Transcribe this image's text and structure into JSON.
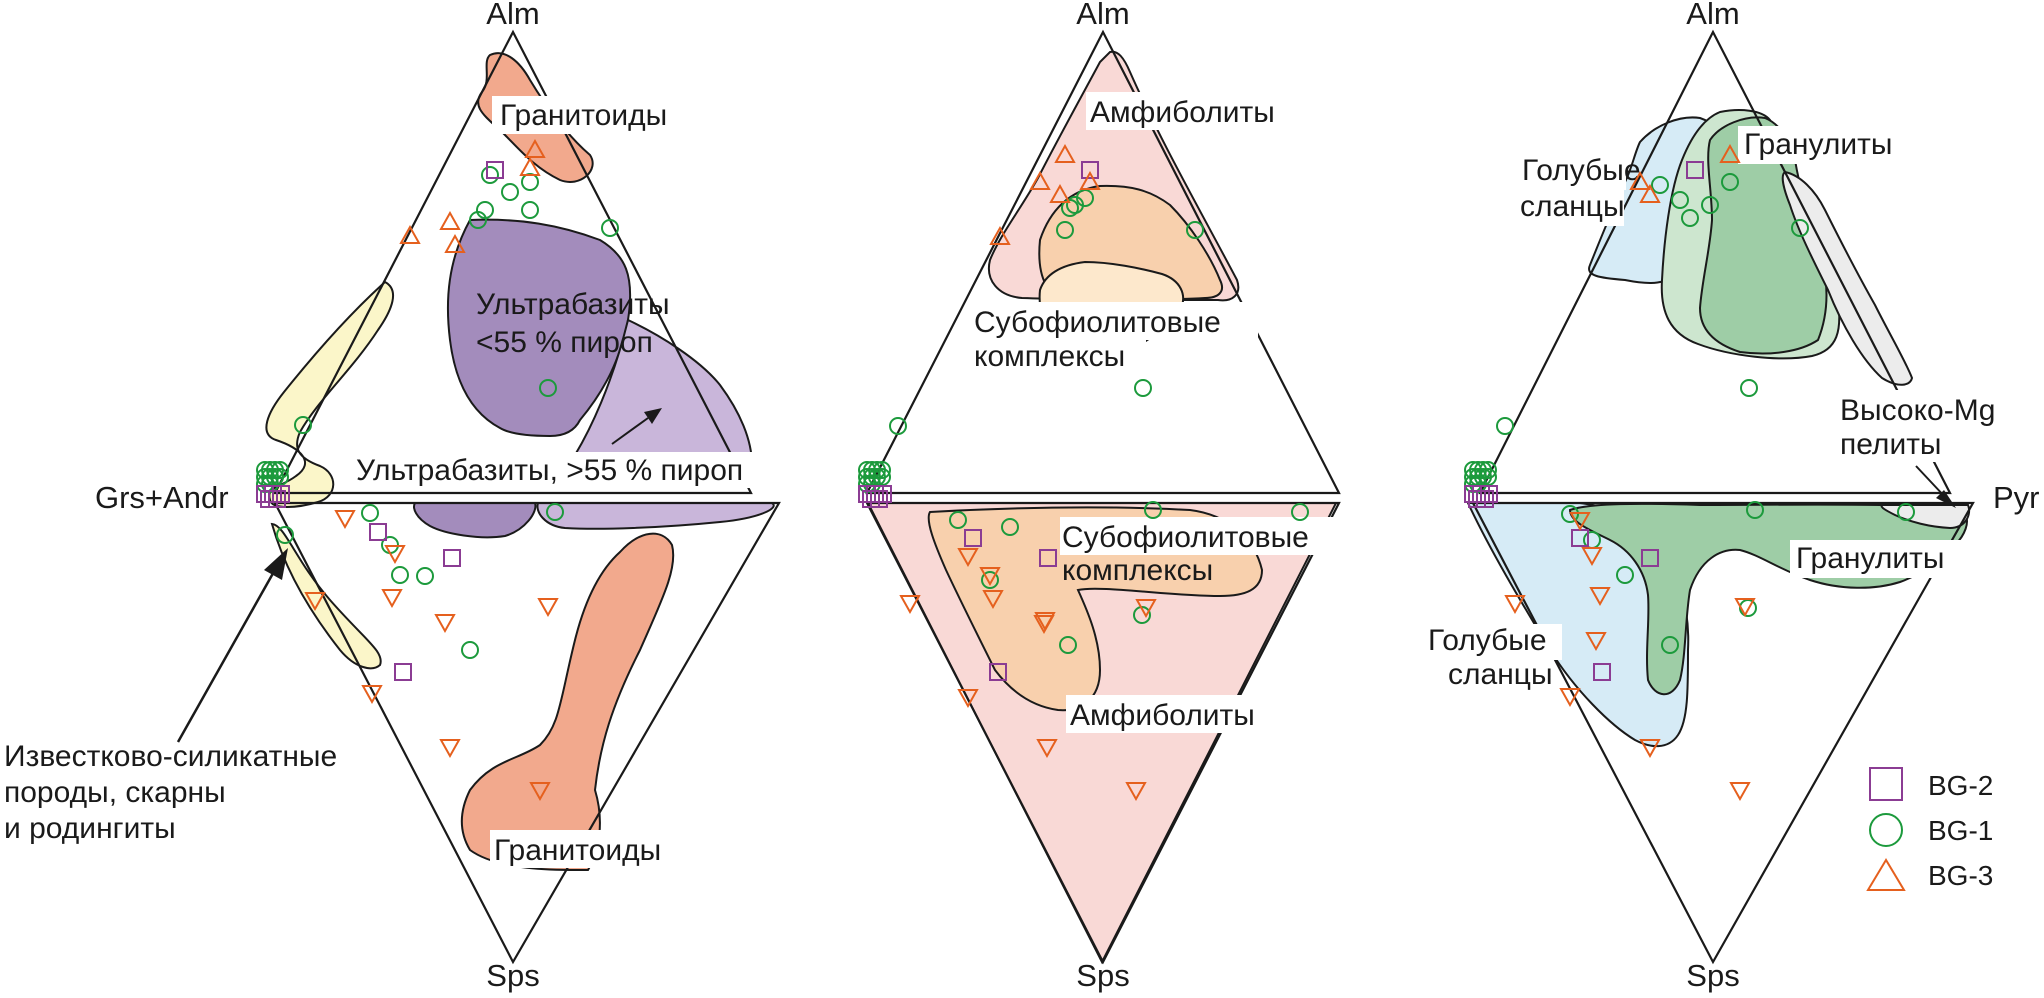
{
  "colors": {
    "granitoid": "#f2a98d",
    "ultrabasite_dark": "#a38cbc",
    "ultrabasite_light": "#c9b6da",
    "calc_silicate": "#fbf6c9",
    "amphibolite": "#f9d9d6",
    "subophiolite": "#f8d0ad",
    "subophiolite_light": "#fde8cc",
    "blueschist": "#d6ebf6",
    "granulite": "#9ecda6",
    "granulite_light": "#cde6cf",
    "high_mg_pelite": "#ececec",
    "BG-2": "#8b3c93",
    "BG-1": "#1c9a3c",
    "BG-3": "#e5601e"
  },
  "diagram1": {
    "vertex_top": "Alm",
    "vertex_left": "Grs+Andr",
    "vertex_bottom": "Sps",
    "labels": {
      "granitoids_top": "Гранитоиды",
      "ultrabasite_low_1": "Ультрабазиты",
      "ultrabasite_low_2": "<55 % пироп",
      "ultrabasite_high": "Ультрабазиты, >55 % пироп",
      "granitoids_bottom": "Гранитоиды",
      "calc_1": "Известково-силикатные",
      "calc_2": "породы, скарны",
      "calc_3": "и родингиты"
    }
  },
  "diagram2": {
    "vertex_top": "Alm",
    "vertex_bottom": "Sps",
    "labels": {
      "amphibolites_top": "Амфиболиты",
      "subophiolite_top_1": "Субофиолитовые",
      "subophiolite_top_2": "комплексы",
      "subophiolite_bottom_1": "Субофиолитовые",
      "subophiolite_bottom_2": "комплексы",
      "amphibolites_bottom": "Амфиболиты"
    }
  },
  "diagram3": {
    "vertex_top": "Alm",
    "vertex_right": "Pyr",
    "vertex_bottom": "Sps",
    "labels": {
      "blueschist_top_1": "Голубые",
      "blueschist_top_2": "сланцы",
      "granulites_top": "Гранулиты",
      "high_mg_1": "Высоко-Mg",
      "high_mg_2": "пелиты",
      "granulites_bottom": "Гранулиты",
      "blueschist_bottom_1": "Голубые",
      "blueschist_bottom_2": "сланцы"
    }
  },
  "legend": [
    {
      "label": "BG-2",
      "marker": "square"
    },
    {
      "label": "BG-1",
      "marker": "circle"
    },
    {
      "label": "BG-3",
      "marker": "triangle"
    }
  ]
}
